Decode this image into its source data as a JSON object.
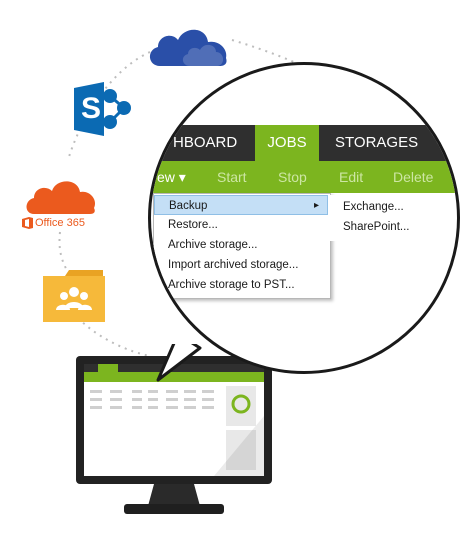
{
  "icons": {
    "onedrive": "onedrive-cloud-icon",
    "sharepoint": "sharepoint-icon",
    "office365": "office365-cloud-icon",
    "folder": "shared-folder-icon",
    "monitor": "desktop-monitor-icon"
  },
  "office365_label": "Office 365",
  "sharepoint_letter": "S",
  "app": {
    "nav_tabs": [
      {
        "label": "HBOARD"
      },
      {
        "label": "JOBS"
      },
      {
        "label": "STORAGES"
      }
    ],
    "toolbar": {
      "view_label": "ew ▾",
      "buttons": [
        "Start",
        "Stop",
        "Edit",
        "Delete"
      ]
    },
    "context_menu": {
      "items": [
        {
          "label": "Backup",
          "highlighted": true
        },
        {
          "label": "Restore..."
        },
        {
          "label": "Archive storage..."
        },
        {
          "label": "Import archived storage..."
        },
        {
          "label": "Archive storage to PST..."
        }
      ],
      "submenu_arrow": "▸"
    },
    "submenu": {
      "items": [
        {
          "label": "Exchange..."
        },
        {
          "label": "SharePoint..."
        }
      ]
    }
  },
  "colors": {
    "accent_green": "#7cb51f",
    "nav_dark": "#2f2f2f",
    "onedrive_blue": "#2a4fa8",
    "sharepoint_blue": "#0b6ab3",
    "office_orange": "#eb5a1e",
    "folder_yellow": "#f6b93a"
  }
}
